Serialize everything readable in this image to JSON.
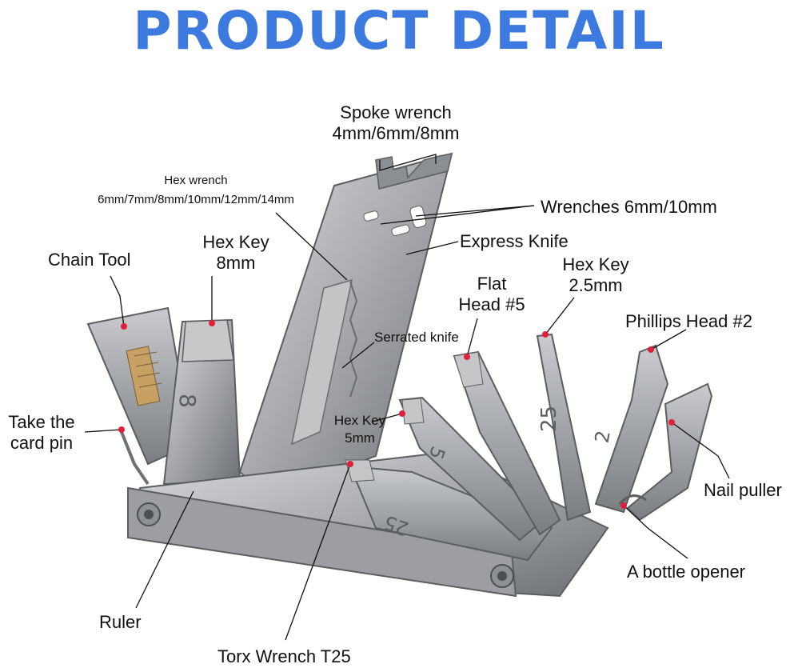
{
  "title": "PRODUCT DETAIL",
  "colors": {
    "title": "#3d7ae0",
    "metal": "#a7a9ac",
    "metal_dark": "#6f7275",
    "marker": "#e0203a"
  },
  "labels": {
    "spoke_wrench_1": "Spoke wrench",
    "spoke_wrench_2": "4mm/6mm/8mm",
    "hex_wrench_1": "Hex wrench",
    "hex_wrench_2": "6mm/7mm/8mm/10mm/12mm/14mm",
    "wrenches": "Wrenches 6mm/10mm",
    "express_knife": "Express Knife",
    "hex_key_8_1": "Hex Key",
    "hex_key_8_2": "8mm",
    "chain_tool": "Chain Tool",
    "flat_head_1": "Flat",
    "flat_head_2": "Head #5",
    "hex_key_25_1": "Hex Key",
    "hex_key_25_2": "2.5mm",
    "phillips": "Phillips Head #2",
    "serrated_knife": "Serrated knife",
    "take_card_pin_1": "Take the",
    "take_card_pin_2": "card pin",
    "hex_key_5_1": "Hex Key",
    "hex_key_5_2": "5mm",
    "nail_puller": "Nail puller",
    "bottle_opener": "A bottle opener",
    "ruler": "Ruler",
    "torx": "Torx Wrench T25"
  },
  "engravings": {
    "hex8": "8",
    "hex5": "5",
    "hex25": "25",
    "phillips": "2",
    "torx": "25"
  }
}
